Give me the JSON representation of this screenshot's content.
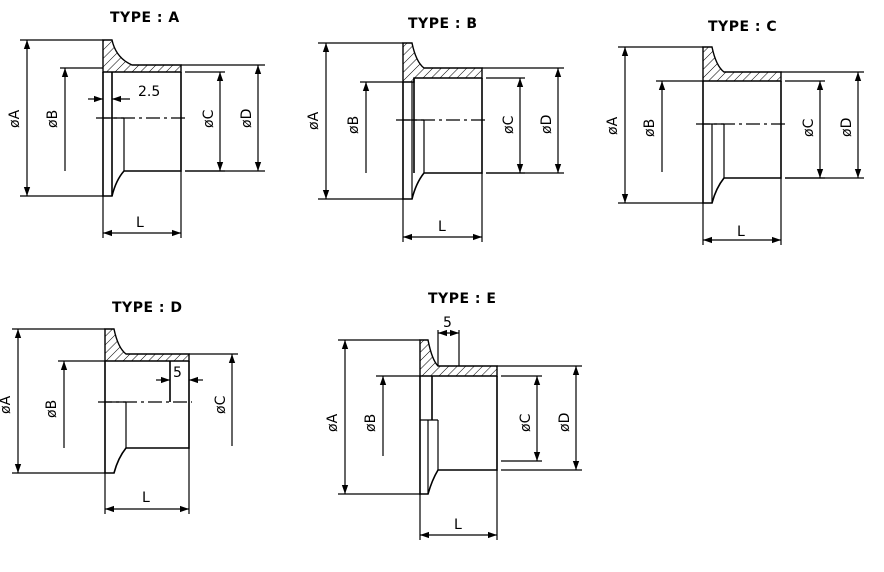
{
  "diagrams": {
    "a": {
      "title": "TYPE : A",
      "dia_a": "øA",
      "dia_b": "øB",
      "dia_c": "øC",
      "dia_d": "øD",
      "length": "L",
      "thickness": "2.5"
    },
    "b": {
      "title": "TYPE : B",
      "dia_a": "øA",
      "dia_b": "øB",
      "dia_c": "øC",
      "dia_d": "øD",
      "length": "L"
    },
    "c": {
      "title": "TYPE : C",
      "dia_a": "øA",
      "dia_b": "øB",
      "dia_c": "øC",
      "dia_d": "øD",
      "length": "L"
    },
    "d": {
      "title": "TYPE : D",
      "dia_a": "øA",
      "dia_b": "øB",
      "dia_c": "øC",
      "length": "L",
      "thickness": "5"
    },
    "e": {
      "title": "TYPE : E",
      "dia_a": "øA",
      "dia_b": "øB",
      "dia_c": "øC",
      "dia_d": "øD",
      "length": "L",
      "thickness": "5"
    }
  }
}
